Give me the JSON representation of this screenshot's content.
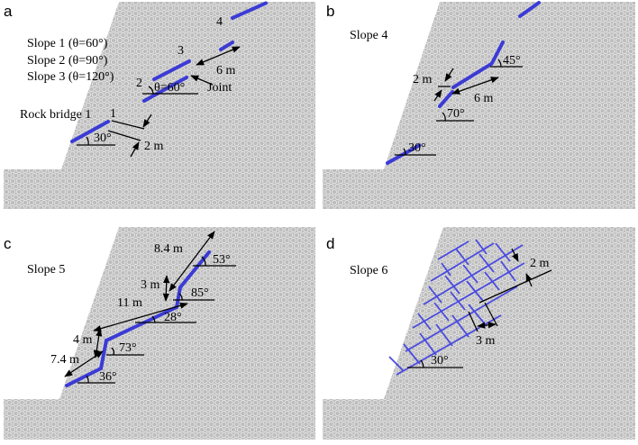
{
  "panels": {
    "a": {
      "label": "a",
      "legend": [
        "Slope 1 (θ=60°)",
        "Slope 2 (θ=90°)",
        "Slope 3 (θ=120°)"
      ],
      "joint_numbers": [
        "1",
        "2",
        "3",
        "4"
      ],
      "rock_bridge": "Rock bridge 1",
      "joint": "Joint",
      "theta": "θ=60°",
      "angle": "30°",
      "spacing_6": "6 m",
      "spacing_2": "2 m"
    },
    "b": {
      "label": "b",
      "title": "Slope 4",
      "a45": "45°",
      "a70": "70°",
      "a30": "30°",
      "d2": "2 m",
      "d6": "6 m"
    },
    "c": {
      "label": "c",
      "title": "Slope 5",
      "d84": "8.4 m",
      "a53": "53°",
      "d3": "3 m",
      "a85": "85°",
      "d11": "11 m",
      "a28": "28°",
      "d4": "4 m",
      "a73": "73°",
      "d74": "7.4 m",
      "a36": "36°"
    },
    "d": {
      "label": "d",
      "title": "Slope 6",
      "d2": "2 m",
      "d3": "3 m",
      "a30": "30°"
    }
  },
  "colors": {
    "slope_fill": "#bdbdbd",
    "joint": "#3b3bd6",
    "annotation": "#000000"
  }
}
